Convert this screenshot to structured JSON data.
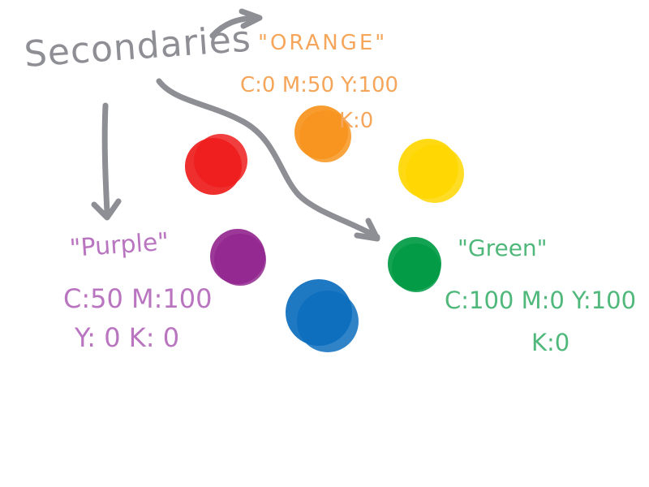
{
  "title": "Secondaries",
  "colors": {
    "arrow": "#8e8e95",
    "orange_text": "#f5a65b",
    "purple_text": "#b975c0",
    "green_text": "#4fb87a"
  },
  "swatches": [
    {
      "name": "red-swatch",
      "color": "#ee1c1c"
    },
    {
      "name": "orange-swatch",
      "color": "#f7941d"
    },
    {
      "name": "yellow-swatch",
      "color": "#ffd700"
    },
    {
      "name": "purple-swatch",
      "color": "#92278f"
    },
    {
      "name": "blue-swatch",
      "color": "#0c6dbd"
    },
    {
      "name": "green-swatch",
      "color": "#009a44"
    }
  ],
  "orange": {
    "name": "\"ORANGE\"",
    "line1": "C:0 M:50 Y:100",
    "line2": "K:0"
  },
  "purple": {
    "name": "\"Purple\"",
    "line1": "C:50 M:100",
    "line2": "Y: 0 K: 0"
  },
  "green": {
    "name": "\"Green\"",
    "line1": "C:100 M:0 Y:100",
    "line2": "K:0"
  }
}
